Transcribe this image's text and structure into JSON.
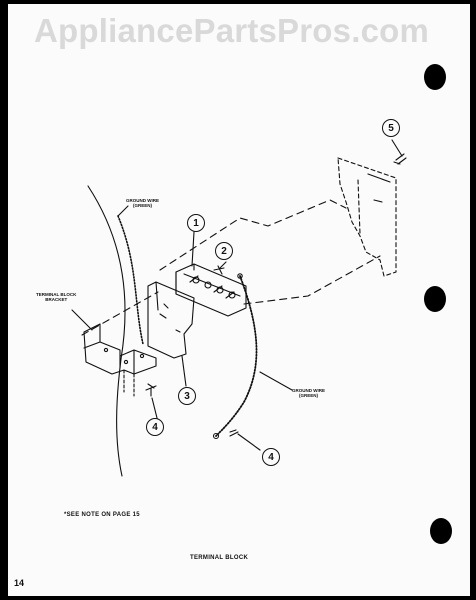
{
  "watermark": {
    "text": "AppliancePartsPros.com"
  },
  "labels": {
    "ground_wire_top": [
      "GROUND WIRE",
      "(GREEN)"
    ],
    "ground_wire_bottom": [
      "GROUND WIRE",
      "(GREEN)"
    ],
    "terminal_block_bracket": [
      "TERMINAL BLOCK",
      "BRACKET"
    ],
    "note": "*SEE NOTE ON PAGE 15",
    "caption": "TERMINAL BLOCK",
    "page_number": "14"
  },
  "callouts": {
    "c1": "1",
    "c2": "2",
    "c3": "3",
    "c4a": "4",
    "c4b": "4",
    "c5": "5"
  }
}
